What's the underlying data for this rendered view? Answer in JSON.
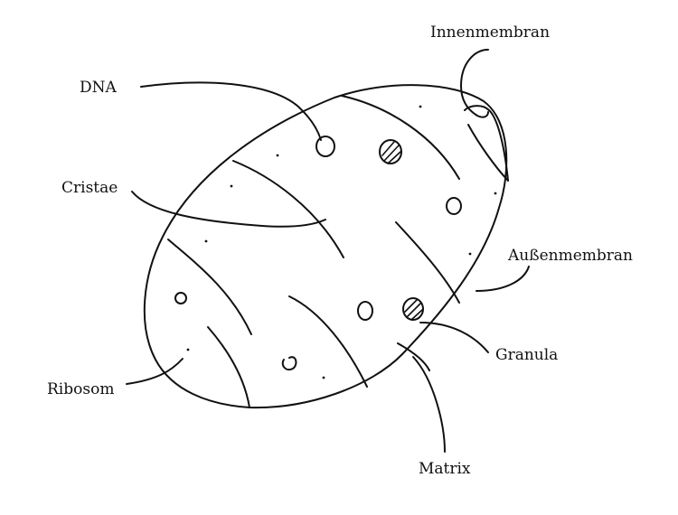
{
  "labels": {
    "innenmembran": "Innenmembran",
    "dna": "DNA",
    "cristae": "Cristae",
    "aussenmembran": "Außenmembran",
    "granula": "Granula",
    "ribosom": "Ribosom",
    "matrix": "Matrix"
  }
}
